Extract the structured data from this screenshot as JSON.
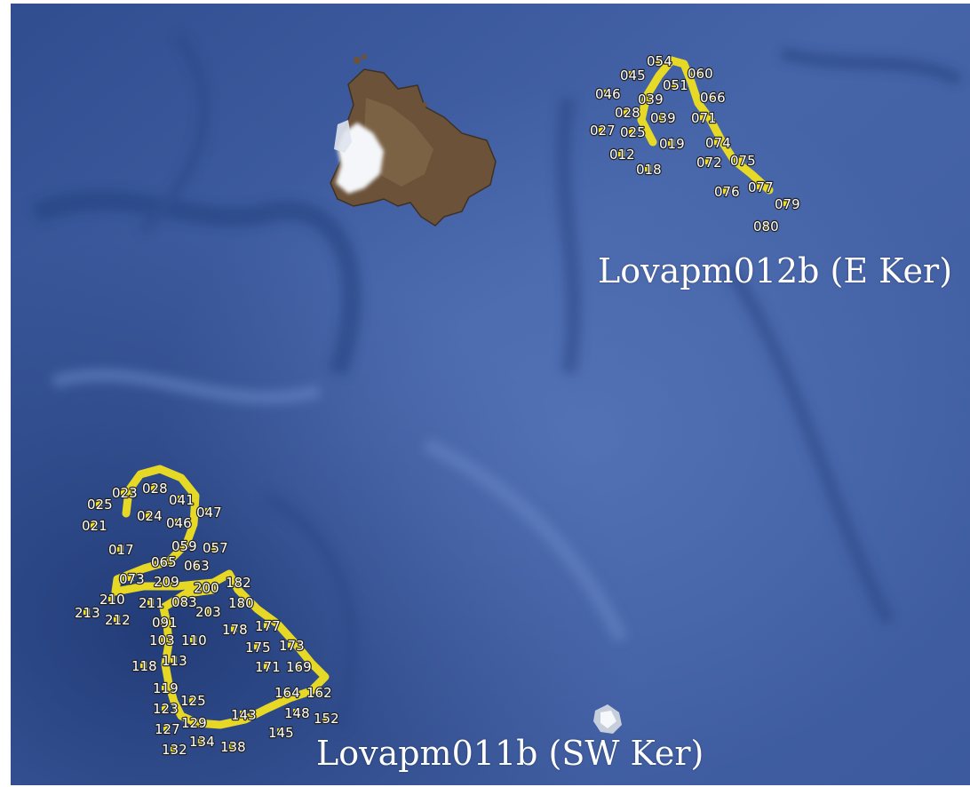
{
  "colors": {
    "ocean_light": "#4a69ad",
    "ocean_mid": "#3a5898",
    "ocean_dark": "#1f3a77",
    "land": "#6b5238",
    "glacier": "#f4f6fa",
    "track": "#f0e020",
    "label_fill": "#ffffff"
  },
  "regions": {
    "east": {
      "label": "Lovapm012b (E Ker)"
    },
    "southwest": {
      "label": "Lovapm011b (SW Ker)"
    }
  },
  "east_labels": [
    "054",
    "060",
    "045",
    "051",
    "046",
    "039",
    "066",
    "028",
    "039",
    "071",
    "027",
    "025",
    "074",
    "019",
    "012",
    "072",
    "075",
    "018",
    "077",
    "076",
    "079",
    "080"
  ],
  "sw_labels": [
    "028",
    "023",
    "025",
    "041",
    "047",
    "024",
    "021",
    "046",
    "059",
    "057",
    "017",
    "065",
    "063",
    "073",
    "209",
    "200",
    "182",
    "210",
    "211",
    "083",
    "180",
    "213",
    "212",
    "203",
    "091",
    "178",
    "177",
    "103",
    "110",
    "175",
    "173",
    "113",
    "118",
    "171",
    "169",
    "164",
    "162",
    "119",
    "125",
    "123",
    "143",
    "148",
    "152",
    "129",
    "127",
    "145",
    "134",
    "132",
    "138"
  ]
}
